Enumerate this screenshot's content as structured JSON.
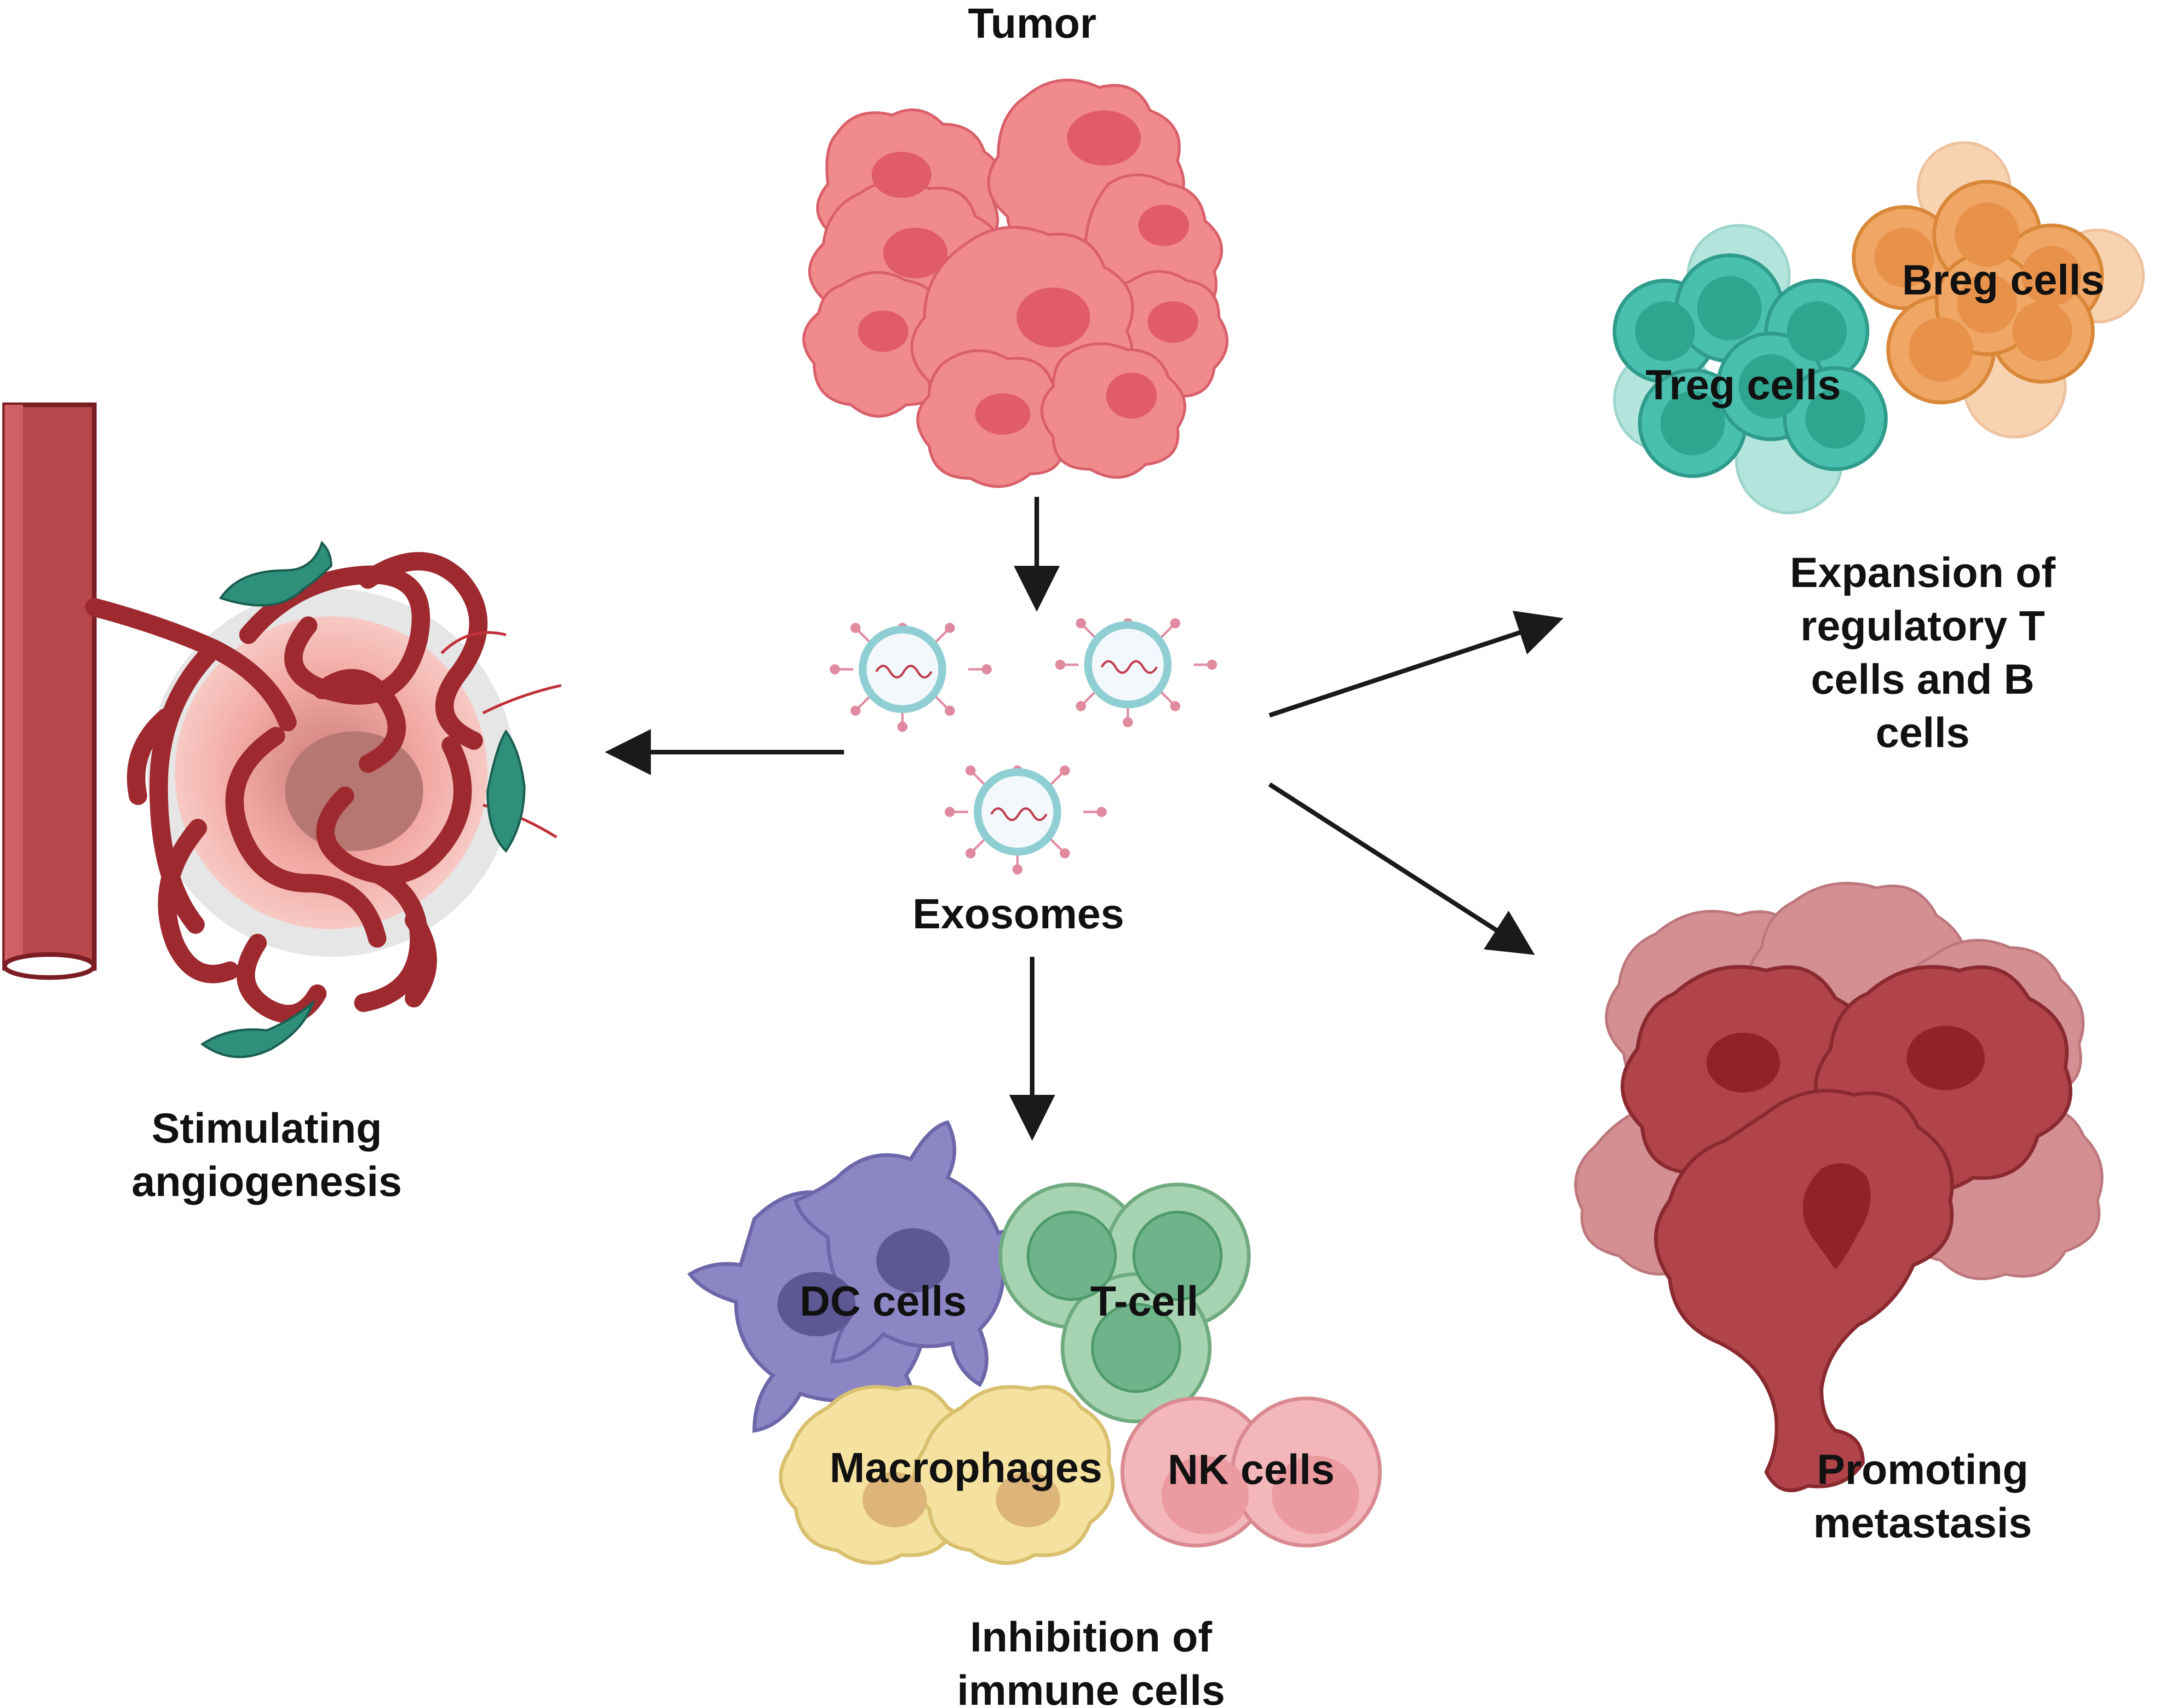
{
  "labels": {
    "tumor": "Tumor",
    "exosomes": "Exosomes",
    "angiogenesis": [
      "Stimulating",
      "angiogenesis"
    ],
    "expansion": [
      "Expansion of",
      "regulatory T",
      "cells and B",
      "cells"
    ],
    "inhibition": [
      "Inhibition of",
      "immune cells"
    ],
    "metastasis": [
      "Promoting",
      "metastasis"
    ]
  },
  "cells": {
    "treg": "Treg cells",
    "breg": "Breg cells",
    "dc": "DC cells",
    "tcell": "T-cell",
    "macrophages": "Macrophages",
    "nk": "NK cells"
  },
  "colors": {
    "tumor": "#f08a8c",
    "tumor_nucleus": "#e05c66",
    "vessel": "#a8363b",
    "exosome_ring": "#8fcfd3",
    "treg": "#49bfae",
    "breg": "#f0a766",
    "dc": "#8c86c4",
    "tcell": "#7dbb8d",
    "macrophage": "#f6e2a0",
    "nk": "#f3b6ba",
    "metastasis": "#a8343a",
    "arrow": "#1a1a1a"
  }
}
